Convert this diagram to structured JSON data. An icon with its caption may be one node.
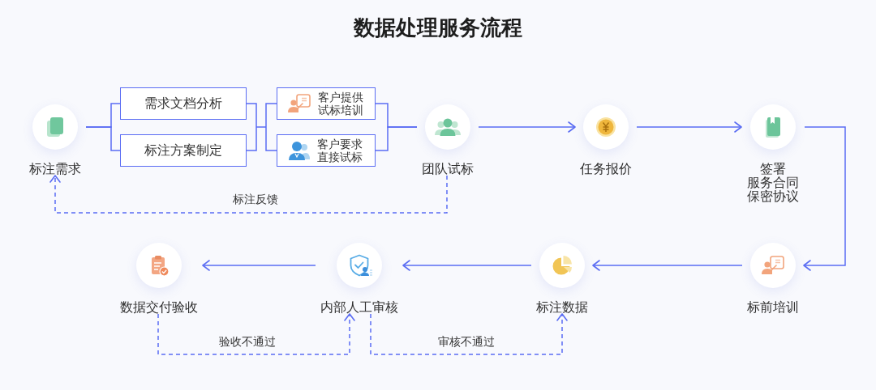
{
  "diagram": {
    "title": "数据处理服务流程",
    "nodes": [
      {
        "text": [
          "标注需求"
        ]
      },
      {
        "text": [
          "需求文档分析"
        ]
      },
      {
        "text": [
          "标注方案制定"
        ]
      },
      {
        "text": [
          "客户提供试标培训"
        ]
      },
      {
        "text": [
          "客户要求直接试标"
        ]
      },
      {
        "text": [
          "团队试标"
        ]
      },
      {
        "text": [
          "任务报价"
        ]
      },
      {
        "text": [
          "签署服务合同保密协议"
        ]
      },
      {
        "text": [
          "标前培训"
        ]
      },
      {
        "text": [
          "标注数据"
        ]
      },
      {
        "text": [
          "内部人工审核"
        ]
      },
      {
        "text": [
          "数据交付验收"
        ]
      }
    ],
    "edges": [
      {
        "from": 0,
        "to": 1,
        "arrow": "none"
      },
      {
        "from": 0,
        "to": 2,
        "arrow": "none"
      },
      {
        "from": 1,
        "to": 3,
        "arrow": "none"
      },
      {
        "from": 1,
        "to": 4,
        "arrow": "none"
      },
      {
        "from": 2,
        "to": 3,
        "arrow": "none"
      },
      {
        "from": 2,
        "to": 4,
        "arrow": "none"
      },
      {
        "from": 3,
        "to": 5,
        "arrow": "none"
      },
      {
        "from": 4,
        "to": 5,
        "arrow": "none"
      },
      {
        "from": 5,
        "to": 6,
        "arrow": "to"
      },
      {
        "from": 6,
        "to": 7,
        "arrow": "to"
      },
      {
        "from": 7,
        "to": 8,
        "arrow": "to"
      },
      {
        "from": 8,
        "to": 9,
        "arrow": "to"
      },
      {
        "from": 9,
        "to": 10,
        "arrow": "to"
      },
      {
        "from": 10,
        "to": 11,
        "arrow": "to"
      },
      {
        "from": 5,
        "to": 0,
        "arrow": "to",
        "label": "标注反馈",
        "style": "dashed"
      },
      {
        "from": 11,
        "to": 10,
        "arrow": "to",
        "label": "验收不通过",
        "style": "dashed"
      },
      {
        "from": 10,
        "to": 9,
        "arrow": "to",
        "label": "审核不通过",
        "style": "dashed"
      }
    ]
  }
}
